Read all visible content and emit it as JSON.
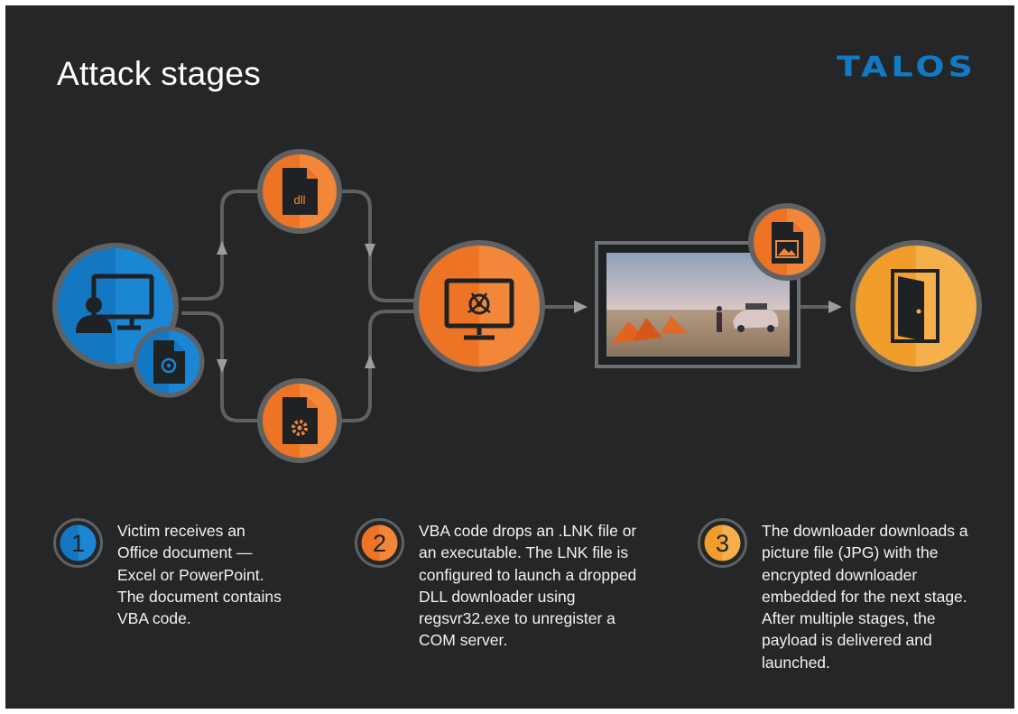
{
  "title": "Attack stages",
  "logo": "TALOS",
  "colors": {
    "background": "#242627",
    "blue": "#1379c4",
    "orange": "#ef7a28",
    "yellow": "#f3a63a",
    "ring": "#5f6163",
    "dark_text": "#1f2224"
  },
  "icons": {
    "victim": "computer-user-icon",
    "document": "biohazard-document-icon",
    "dll": "dll-file-icon",
    "executable": "gear-file-icon",
    "downloader": "biohazard-monitor-icon",
    "picture_file": "image-file-icon",
    "payload": "open-door-icon"
  },
  "dll_label": "dll",
  "steps": [
    {
      "number": "1",
      "text": "Victim receives an Office document — Excel or PowerPoint. The document contains VBA code."
    },
    {
      "number": "2",
      "text": "VBA code drops an .LNK file or an executable. The LNK file is configured to launch a dropped DLL downloader using regsvr32.exe to unregister a COM server."
    },
    {
      "number": "3",
      "text": "The downloader downloads a picture file (JPG) with the encrypted downloader embedded for the next stage. After multiple stages, the payload is delivered and launched."
    }
  ]
}
